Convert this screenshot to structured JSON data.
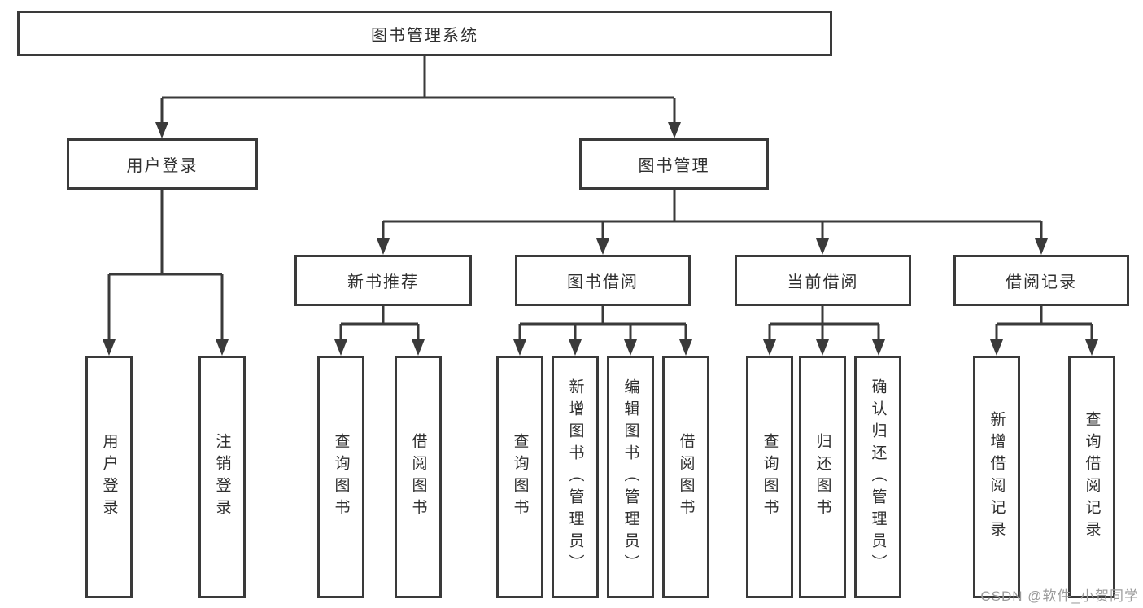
{
  "hierarchy": {
    "root": {
      "label": "图书管理系统"
    },
    "children": [
      {
        "label": "用户登录",
        "leaves": [
          {
            "label": "用户登录"
          },
          {
            "label": "注销登录"
          }
        ]
      },
      {
        "label": "图书管理",
        "children": [
          {
            "label": "新书推荐",
            "leaves": [
              {
                "label": "查询图书"
              },
              {
                "label": "借阅图书"
              }
            ]
          },
          {
            "label": "图书借阅",
            "leaves": [
              {
                "label": "查询图书"
              },
              {
                "label": "新增图书（管理员）"
              },
              {
                "label": "编辑图书（管理员）"
              },
              {
                "label": "借阅图书"
              }
            ]
          },
          {
            "label": "当前借阅",
            "leaves": [
              {
                "label": "查询图书"
              },
              {
                "label": "归还图书"
              },
              {
                "label": "确认归还（管理员）"
              }
            ]
          },
          {
            "label": "借阅记录",
            "leaves": [
              {
                "label": "新增借阅记录"
              },
              {
                "label": "查询借阅记录"
              }
            ]
          }
        ]
      }
    ]
  },
  "colors": {
    "line": "#3a3a3a",
    "text": "#2f2f2f",
    "watermark": "#9b9b9b",
    "background": "#ffffff"
  },
  "watermark": {
    "text": "CSDN @软件_小贺同学"
  }
}
